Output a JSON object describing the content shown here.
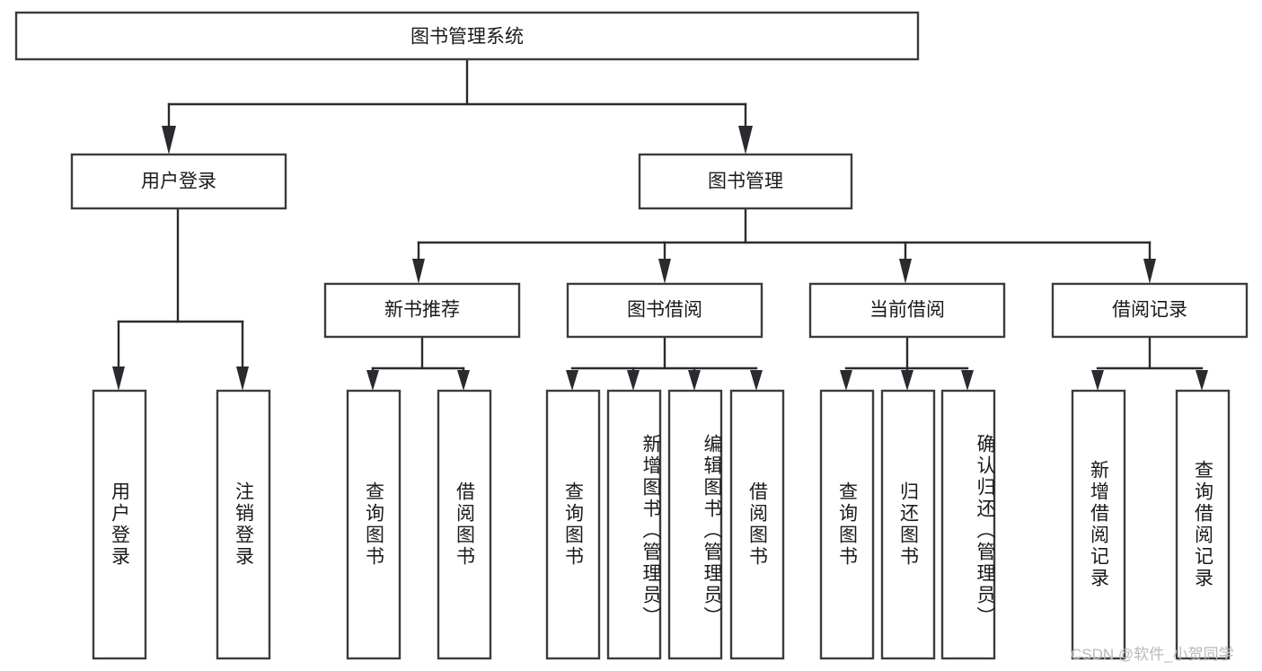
{
  "diagram": {
    "type": "tree-hierarchy-chart",
    "title": "图书管理系统",
    "root": {
      "label": "图书管理系统"
    },
    "level2": [
      {
        "id": "user-login",
        "label": "用户登录"
      },
      {
        "id": "book-manage",
        "label": "图书管理"
      }
    ],
    "level3": [
      {
        "id": "new-book-recommend",
        "label": "新书推荐",
        "parent": "book-manage"
      },
      {
        "id": "book-borrow",
        "label": "图书借阅",
        "parent": "book-manage"
      },
      {
        "id": "current-borrow",
        "label": "当前借阅",
        "parent": "book-manage"
      },
      {
        "id": "borrow-record",
        "label": "借阅记录",
        "parent": "book-manage"
      }
    ],
    "leaves": [
      {
        "id": "leaf-user-login",
        "label": "用户登录",
        "parent": "user-login"
      },
      {
        "id": "leaf-logout-login",
        "label": "注销登录",
        "parent": "user-login"
      },
      {
        "id": "leaf-query-book-1",
        "label": "查询图书",
        "parent": "new-book-recommend"
      },
      {
        "id": "leaf-borrow-book-1",
        "label": "借阅图书",
        "parent": "new-book-recommend"
      },
      {
        "id": "leaf-query-book-2",
        "label": "查询图书",
        "parent": "book-borrow"
      },
      {
        "id": "leaf-add-book",
        "label": "新增图书（管理员）",
        "parent": "book-borrow"
      },
      {
        "id": "leaf-edit-book",
        "label": "编辑图书（管理员）",
        "parent": "book-borrow"
      },
      {
        "id": "leaf-borrow-book-2",
        "label": "借阅图书",
        "parent": "book-borrow"
      },
      {
        "id": "leaf-query-book-3",
        "label": "查询图书",
        "parent": "current-borrow"
      },
      {
        "id": "leaf-return-book",
        "label": "归还图书",
        "parent": "current-borrow"
      },
      {
        "id": "leaf-confirm-return",
        "label": "确认归还（管理员）",
        "parent": "current-borrow"
      },
      {
        "id": "leaf-add-record",
        "label": "新增借阅记录",
        "parent": "borrow-record"
      },
      {
        "id": "leaf-query-record",
        "label": "查询借阅记录",
        "parent": "borrow-record"
      }
    ],
    "watermark": "CSDN @软件_小贺同学",
    "colors": {
      "box_stroke": "#3c3c40",
      "connector": "#2b2b2f",
      "text": "#1a1a1a",
      "background": "#ffffff",
      "watermark": "#b9b9bd"
    }
  }
}
